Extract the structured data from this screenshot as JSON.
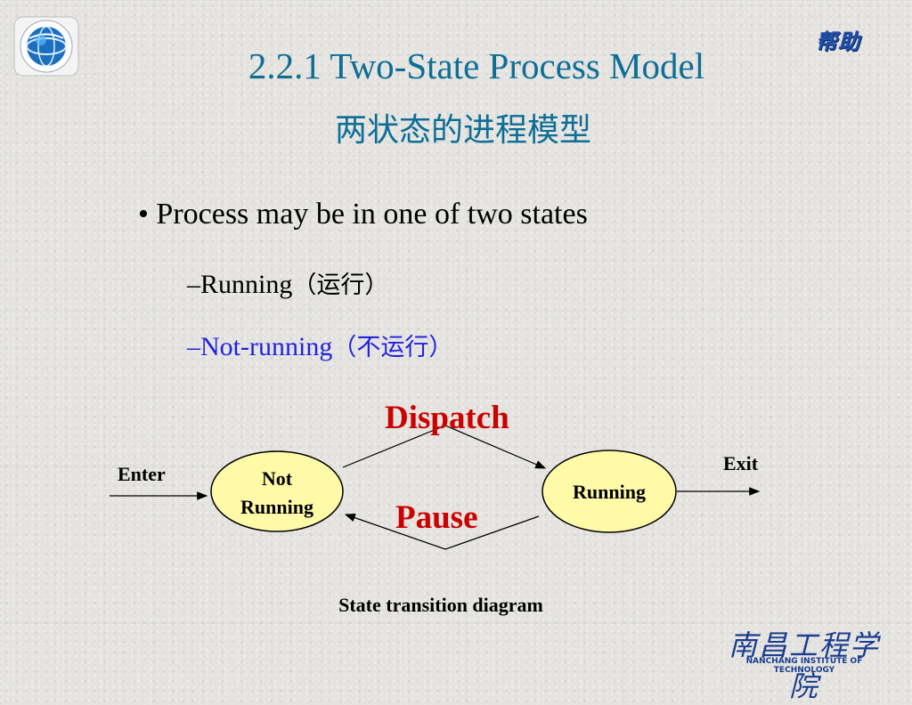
{
  "help_button": "帮助",
  "title_en": "2.2.1  Two-State Process Model",
  "title_zh": "两状态的进程模型",
  "bullet": "• Process may be in one of two states",
  "sub_items": [
    {
      "prefix": "–Running",
      "zh": "（运行）"
    },
    {
      "prefix": "–Not-running",
      "zh": "（不运行）"
    }
  ],
  "diagram": {
    "dispatch": "Dispatch",
    "pause": "Pause",
    "enter": "Enter",
    "exit": "Exit",
    "state_not_running_line1": "Not",
    "state_not_running_line2": "Running",
    "state_running": "Running",
    "caption": "State transition diagram"
  },
  "school": {
    "name_zh": "南昌工程学院",
    "name_en": "NANCHANG INSTITUTE OF TECHNOLOGY"
  },
  "colors": {
    "title": "#0e6e96",
    "highlight_blue": "#2222e0",
    "label_red": "#cc0000",
    "state_fill": "#fffaa8"
  }
}
